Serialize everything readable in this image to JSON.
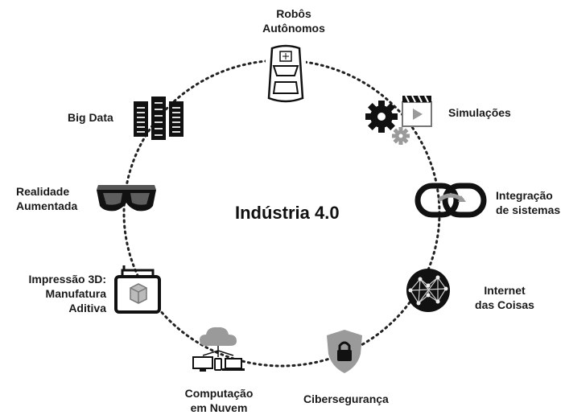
{
  "center_title": "Indústria 4.0",
  "nodes": [
    {
      "id": "robos",
      "lines": [
        "Robôs",
        "Autônomos"
      ],
      "icon": "autonomous-car-icon"
    },
    {
      "id": "simulacoes",
      "lines": [
        "Simulações"
      ],
      "icon": "gears-clapperboard-icon"
    },
    {
      "id": "integracao",
      "lines": [
        "Integração",
        "de sistemas"
      ],
      "icon": "chain-link-icon"
    },
    {
      "id": "iot",
      "lines": [
        "Internet",
        "das Coisas"
      ],
      "icon": "network-globe-icon"
    },
    {
      "id": "ciber",
      "lines": [
        "Cibersegurança"
      ],
      "icon": "shield-lock-icon"
    },
    {
      "id": "nuvem",
      "lines": [
        "Computação",
        "em Nuvem"
      ],
      "icon": "cloud-devices-icon"
    },
    {
      "id": "impressao",
      "lines": [
        "Impressão 3D:",
        "Manufatura",
        "Aditiva"
      ],
      "icon": "3d-printer-icon"
    },
    {
      "id": "realidade",
      "lines": [
        "Realidade",
        "Aumentada"
      ],
      "icon": "ar-glasses-icon"
    },
    {
      "id": "bigdata",
      "lines": [
        "Big Data"
      ],
      "icon": "server-rack-icon"
    }
  ],
  "colors": {
    "ring": "#222222",
    "icon_dark": "#111111",
    "icon_gray": "#9a9a9a"
  }
}
